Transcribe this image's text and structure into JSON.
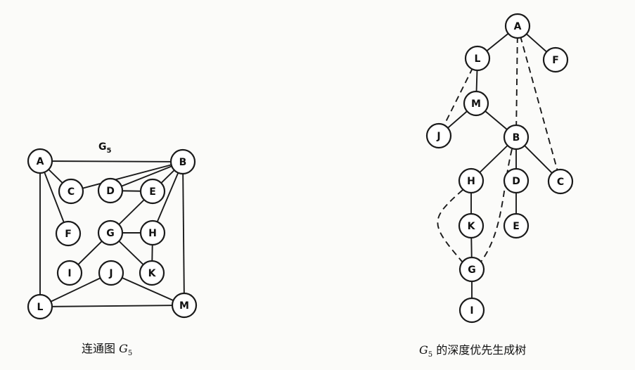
{
  "graph_g5": {
    "title": "G",
    "title_sub": "5",
    "caption_prefix": "连通图 ",
    "caption_var": "G",
    "caption_sub": "5",
    "nodes": [
      "A",
      "B",
      "C",
      "D",
      "E",
      "F",
      "G",
      "H",
      "I",
      "J",
      "K",
      "L",
      "M"
    ],
    "edges": [
      [
        "A",
        "B"
      ],
      [
        "A",
        "C"
      ],
      [
        "A",
        "F"
      ],
      [
        "A",
        "L"
      ],
      [
        "B",
        "C"
      ],
      [
        "B",
        "D"
      ],
      [
        "B",
        "G"
      ],
      [
        "B",
        "H"
      ],
      [
        "B",
        "M"
      ],
      [
        "D",
        "E"
      ],
      [
        "G",
        "H"
      ],
      [
        "G",
        "I"
      ],
      [
        "G",
        "K"
      ],
      [
        "H",
        "K"
      ],
      [
        "J",
        "L"
      ],
      [
        "J",
        "M"
      ],
      [
        "L",
        "M"
      ]
    ]
  },
  "dfs_tree": {
    "caption_var": "G",
    "caption_sub": "5",
    "caption_suffix": " 的深度优先生成树",
    "nodes": [
      "A",
      "L",
      "F",
      "M",
      "J",
      "B",
      "H",
      "D",
      "C",
      "K",
      "E",
      "G",
      "I"
    ],
    "tree_edges": [
      [
        "A",
        "L"
      ],
      [
        "A",
        "F"
      ],
      [
        "L",
        "M"
      ],
      [
        "M",
        "J"
      ],
      [
        "M",
        "B"
      ],
      [
        "B",
        "H"
      ],
      [
        "B",
        "D"
      ],
      [
        "B",
        "C"
      ],
      [
        "H",
        "K"
      ],
      [
        "D",
        "E"
      ],
      [
        "K",
        "G"
      ],
      [
        "G",
        "I"
      ]
    ],
    "back_edges": [
      [
        "L",
        "J"
      ],
      [
        "A",
        "B"
      ],
      [
        "A",
        "C"
      ],
      [
        "H",
        "G"
      ],
      [
        "B",
        "G"
      ]
    ]
  }
}
